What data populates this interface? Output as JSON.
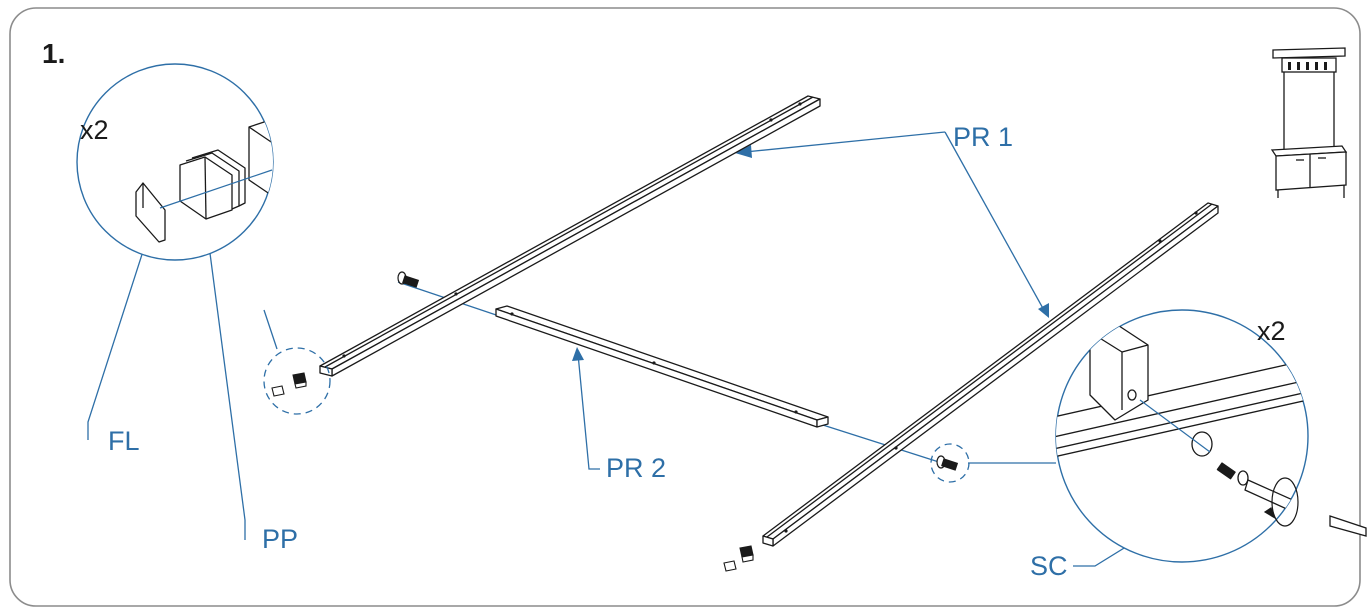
{
  "step": {
    "number": "1."
  },
  "detail_left": {
    "quantity": "x2"
  },
  "detail_right": {
    "quantity": "x2"
  },
  "callouts": {
    "pr1": "PR 1",
    "pr2": "PR 2",
    "fl": "FL",
    "pp": "PP",
    "sc": "SC"
  },
  "colors": {
    "callout": "#2e6fa7",
    "line": "#1a1a1a",
    "frame": "#9a9a9a"
  },
  "icons": [
    "furniture-thumbnail",
    "bolt",
    "allen-key",
    "rotation-arrow",
    "end-cap",
    "foot-pad"
  ]
}
